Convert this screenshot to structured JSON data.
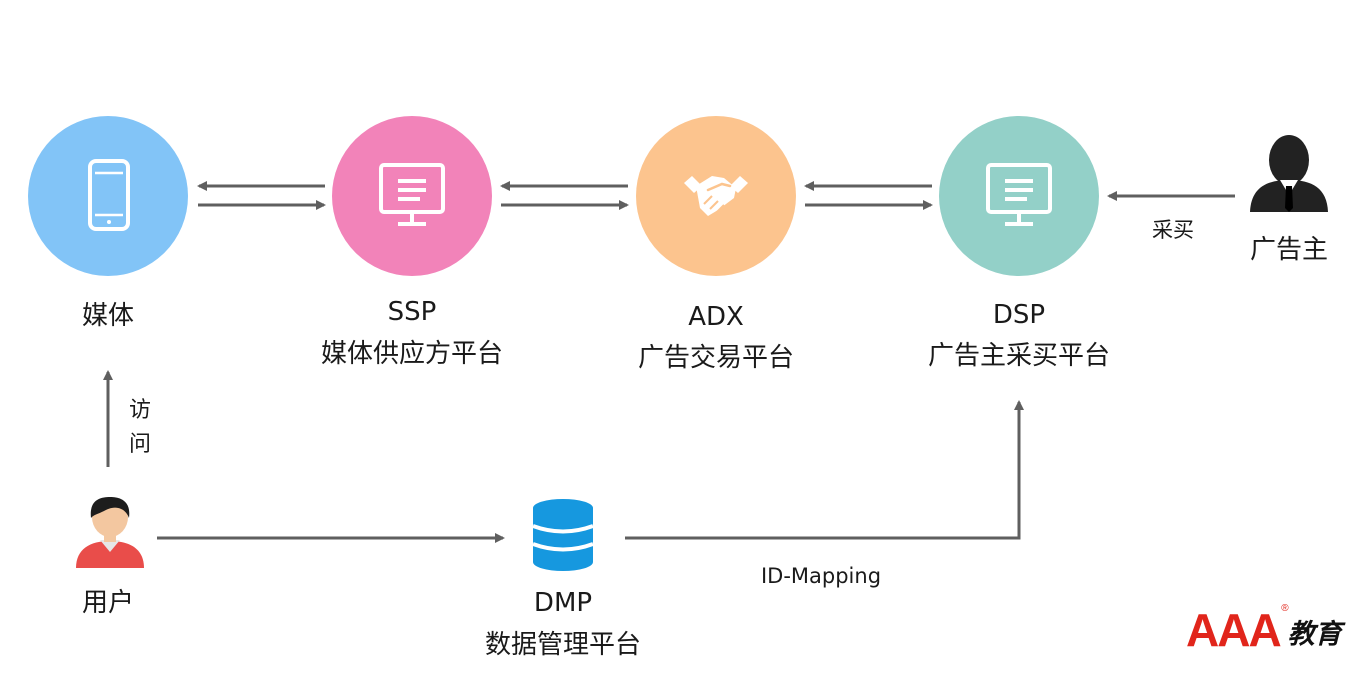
{
  "nodes": {
    "media": {
      "label": "媒体"
    },
    "ssp": {
      "label": "SSP",
      "sublabel": "媒体供应方平台"
    },
    "adx": {
      "label": "ADX",
      "sublabel": "广告交易平台"
    },
    "dsp": {
      "label": "DSP",
      "sublabel": "广告主采买平台"
    },
    "advertiser": {
      "label": "广告主"
    },
    "user": {
      "label": "用户"
    },
    "dmp": {
      "label": "DMP",
      "sublabel": "数据管理平台"
    }
  },
  "edges": {
    "user_to_media": {
      "label": "访问"
    },
    "advertiser_to_dsp": {
      "label": "采买"
    },
    "dmp_to_dsp": {
      "label": "ID-Mapping"
    }
  },
  "icons": {
    "media": "smartphone-icon",
    "ssp": "monitor-icon",
    "adx": "handshake-icon",
    "dsp": "monitor-icon",
    "advertiser": "businessman-icon",
    "user": "user-icon",
    "dmp": "database-icon"
  },
  "colors": {
    "media": "#82c4f7",
    "ssp": "#f283b9",
    "adx": "#fcc48e",
    "dsp": "#93d0c8",
    "arrow": "#5f5f5f",
    "database": "#1698df",
    "logo": "#e1251b"
  },
  "logo": {
    "mark": "AAA",
    "registered": "®",
    "sub": "教育"
  }
}
